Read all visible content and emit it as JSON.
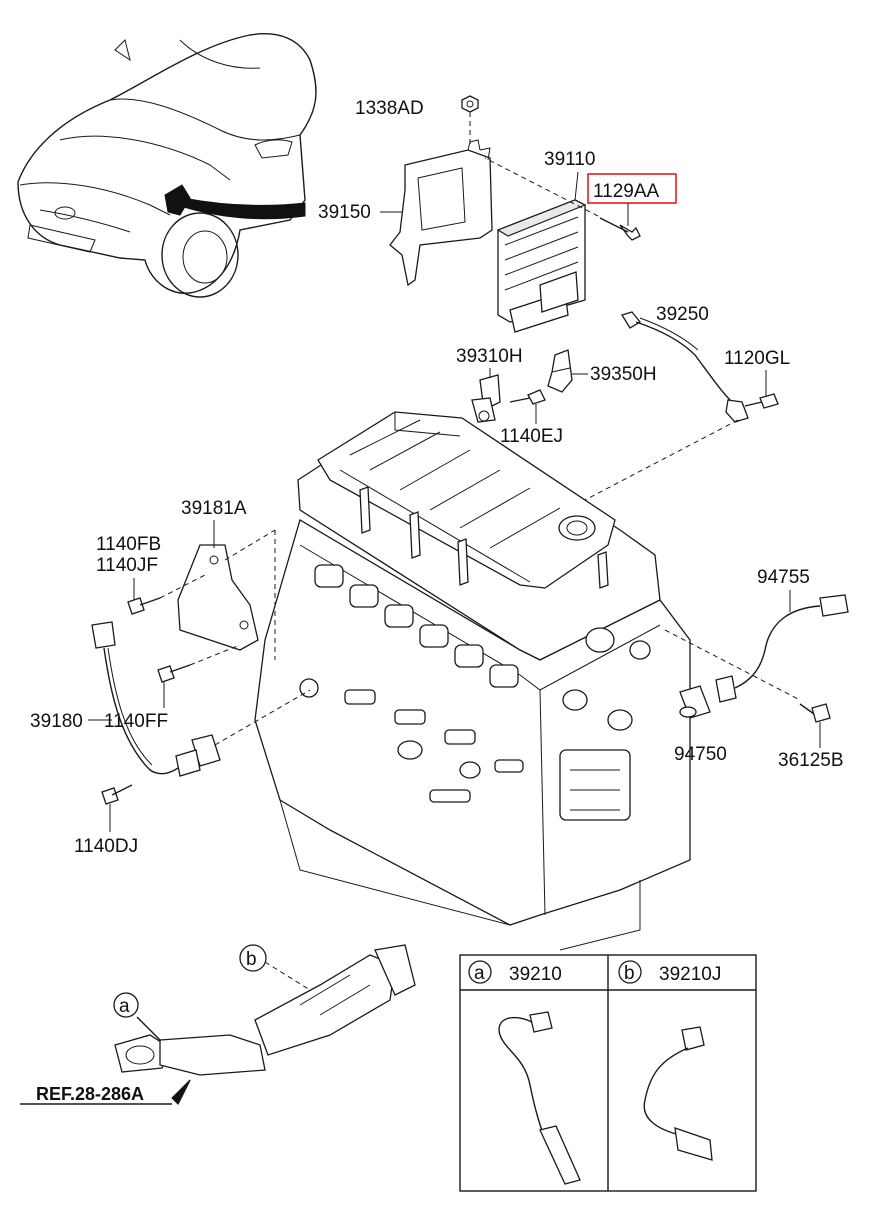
{
  "diagram": {
    "callouts": {
      "c1338AD": "1338AD",
      "c39150": "39150",
      "c39110": "39110",
      "c1129AA": "1129AA",
      "c39250": "39250",
      "c1120GL": "1120GL",
      "c39310H": "39310H",
      "c39350H": "39350H",
      "c1140EJ": "1140EJ",
      "c39181A": "39181A",
      "c1140FB": "1140FB",
      "c1140JF": "1140JF",
      "c39180": "39180",
      "c1140FF": "1140FF",
      "c1140DJ": "1140DJ",
      "c94755": "94755",
      "c94750": "94750",
      "c36125B": "36125B",
      "ref": "REF.28-286A"
    },
    "highlight_color": "#e0201c",
    "circle_markers": {
      "a": "a",
      "b": "b"
    },
    "inset_table": {
      "cells": [
        {
          "marker": "a",
          "part": "39210"
        },
        {
          "marker": "b",
          "part": "39210J"
        }
      ]
    }
  }
}
